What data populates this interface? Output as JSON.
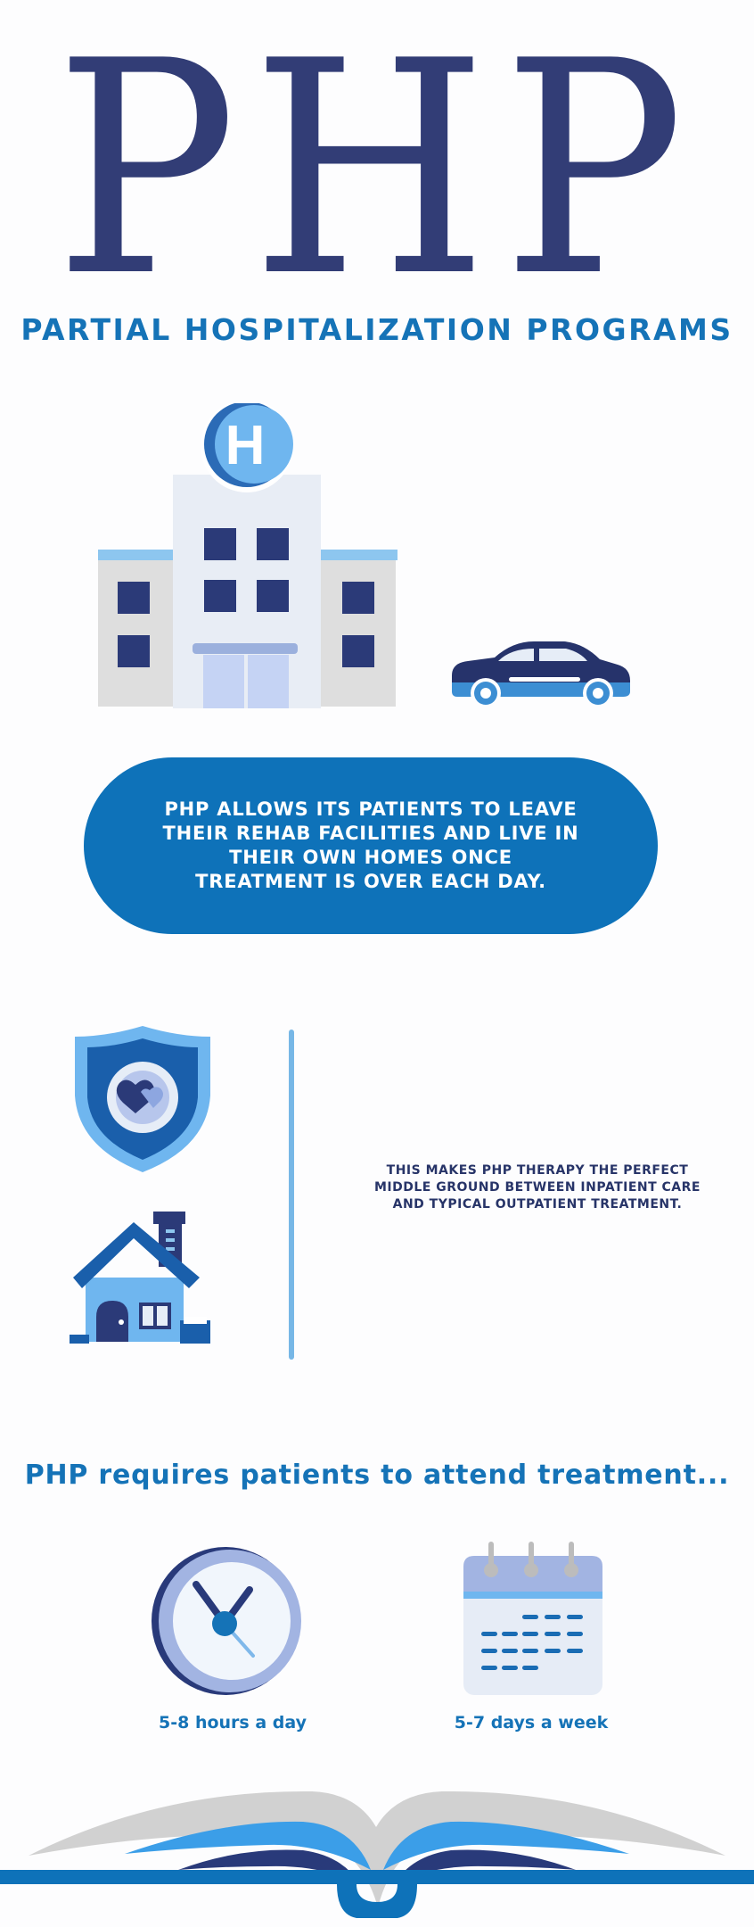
{
  "header": {
    "title": "PHP",
    "subtitle": "PARTIAL HOSPITALIZATION PROGRAMS"
  },
  "intro": {
    "text": "PHP ALLOWS ITS PATIENTS TO LEAVE THEIR REHAB FACILITIES AND LIVE IN THEIR OWN HOMES ONCE TREATMENT IS OVER EACH DAY."
  },
  "middle": {
    "text": "THIS MAKES PHP THERAPY THE PERFECT MIDDLE GROUND BETWEEN INPATIENT CARE AND TYPICAL OUTPATIENT TREATMENT."
  },
  "requirements": {
    "heading": "PHP requires patients to attend treatment...",
    "hours": "5-8 hours a day",
    "days": "5-7 days a week"
  },
  "icons": {
    "hospital_sign": "H",
    "hospital": "hospital-icon",
    "car": "car-icon",
    "shield": "shield-heart-icon",
    "house": "house-icon",
    "clock": "clock-icon",
    "calendar": "calendar-icon",
    "book": "open-book-icon"
  },
  "colors": {
    "navy": "#323d76",
    "blue": "#1573b7",
    "light_blue": "#77b7e6",
    "pill": "#0e72b9"
  }
}
